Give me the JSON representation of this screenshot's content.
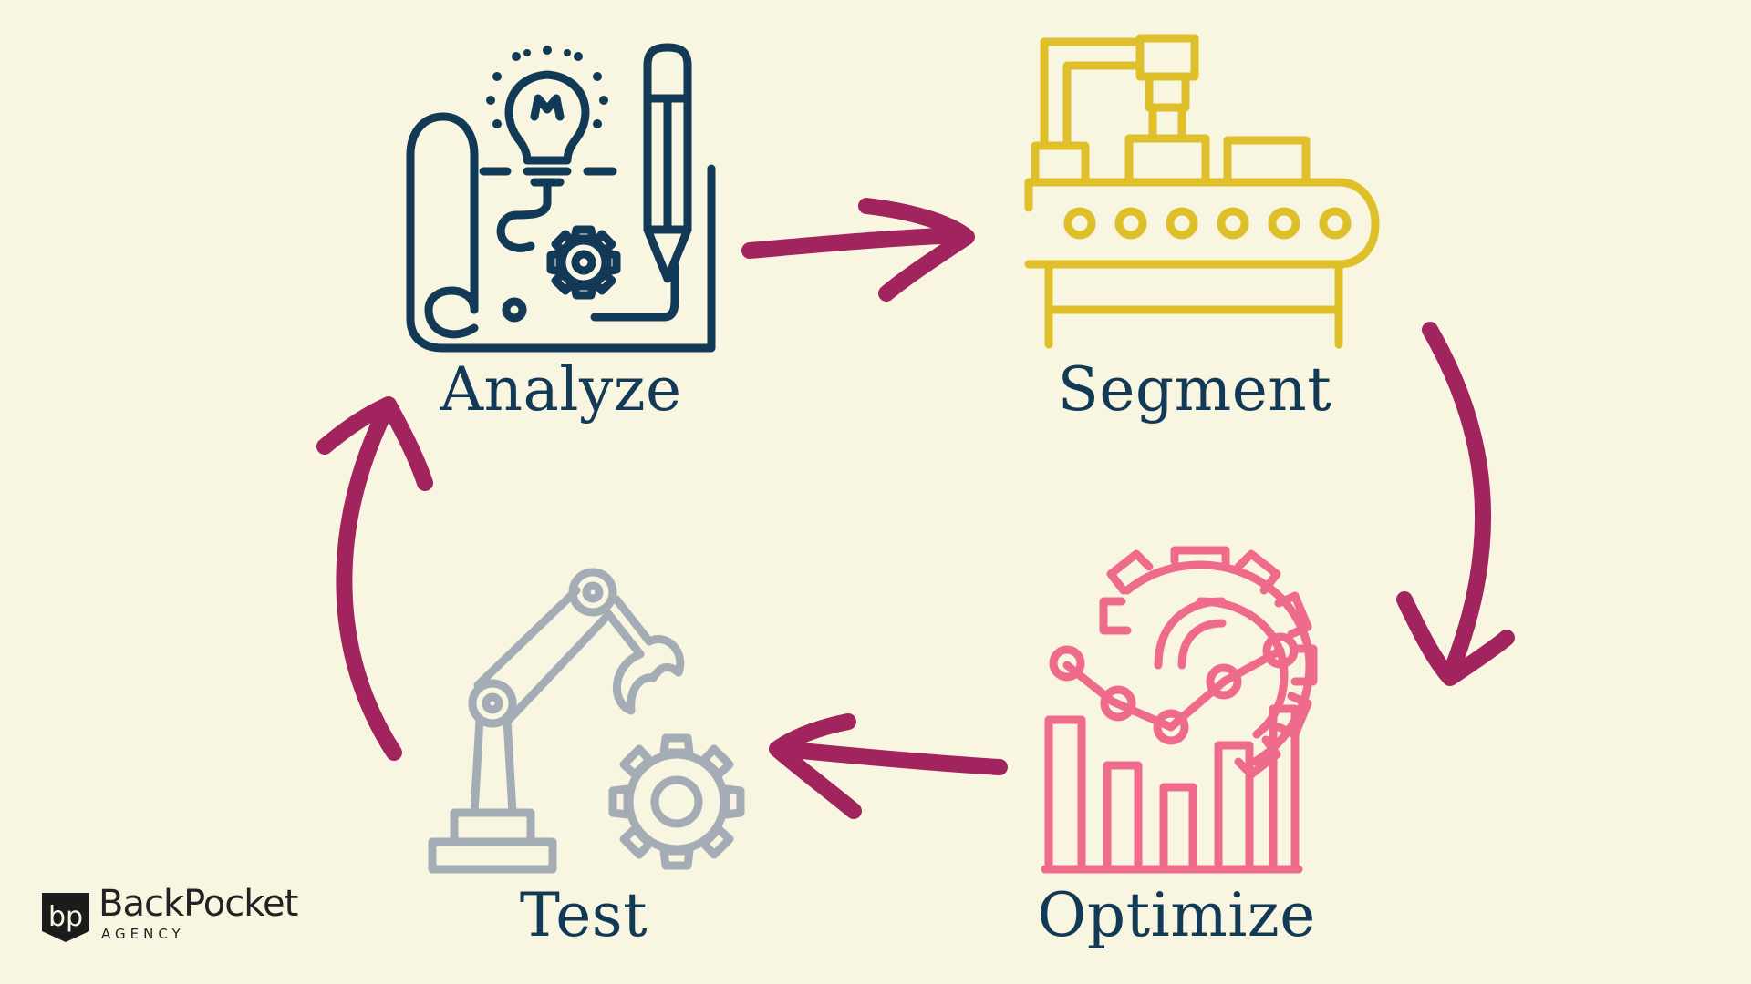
{
  "colors": {
    "background": "#f8f5e1",
    "label_text": "#123a57",
    "arrow": "#a1245f",
    "analyze_icon": "#123a57",
    "segment_icon": "#dfc02a",
    "optimize_icon": "#ef6b8c",
    "test_icon": "#a4adb6"
  },
  "steps": [
    {
      "label": "Analyze",
      "icon": "blueprint-lightbulb-pencil-icon"
    },
    {
      "label": "Segment",
      "icon": "conveyor-belt-icon"
    },
    {
      "label": "Optimize",
      "icon": "gear-chart-icon"
    },
    {
      "label": "Test",
      "icon": "robotic-arm-gear-icon"
    }
  ],
  "flow": "Analyze → Segment → Optimize → Test → Analyze",
  "brand": {
    "mark": "bp",
    "name": "BackPocket",
    "sub": "AGENCY"
  }
}
